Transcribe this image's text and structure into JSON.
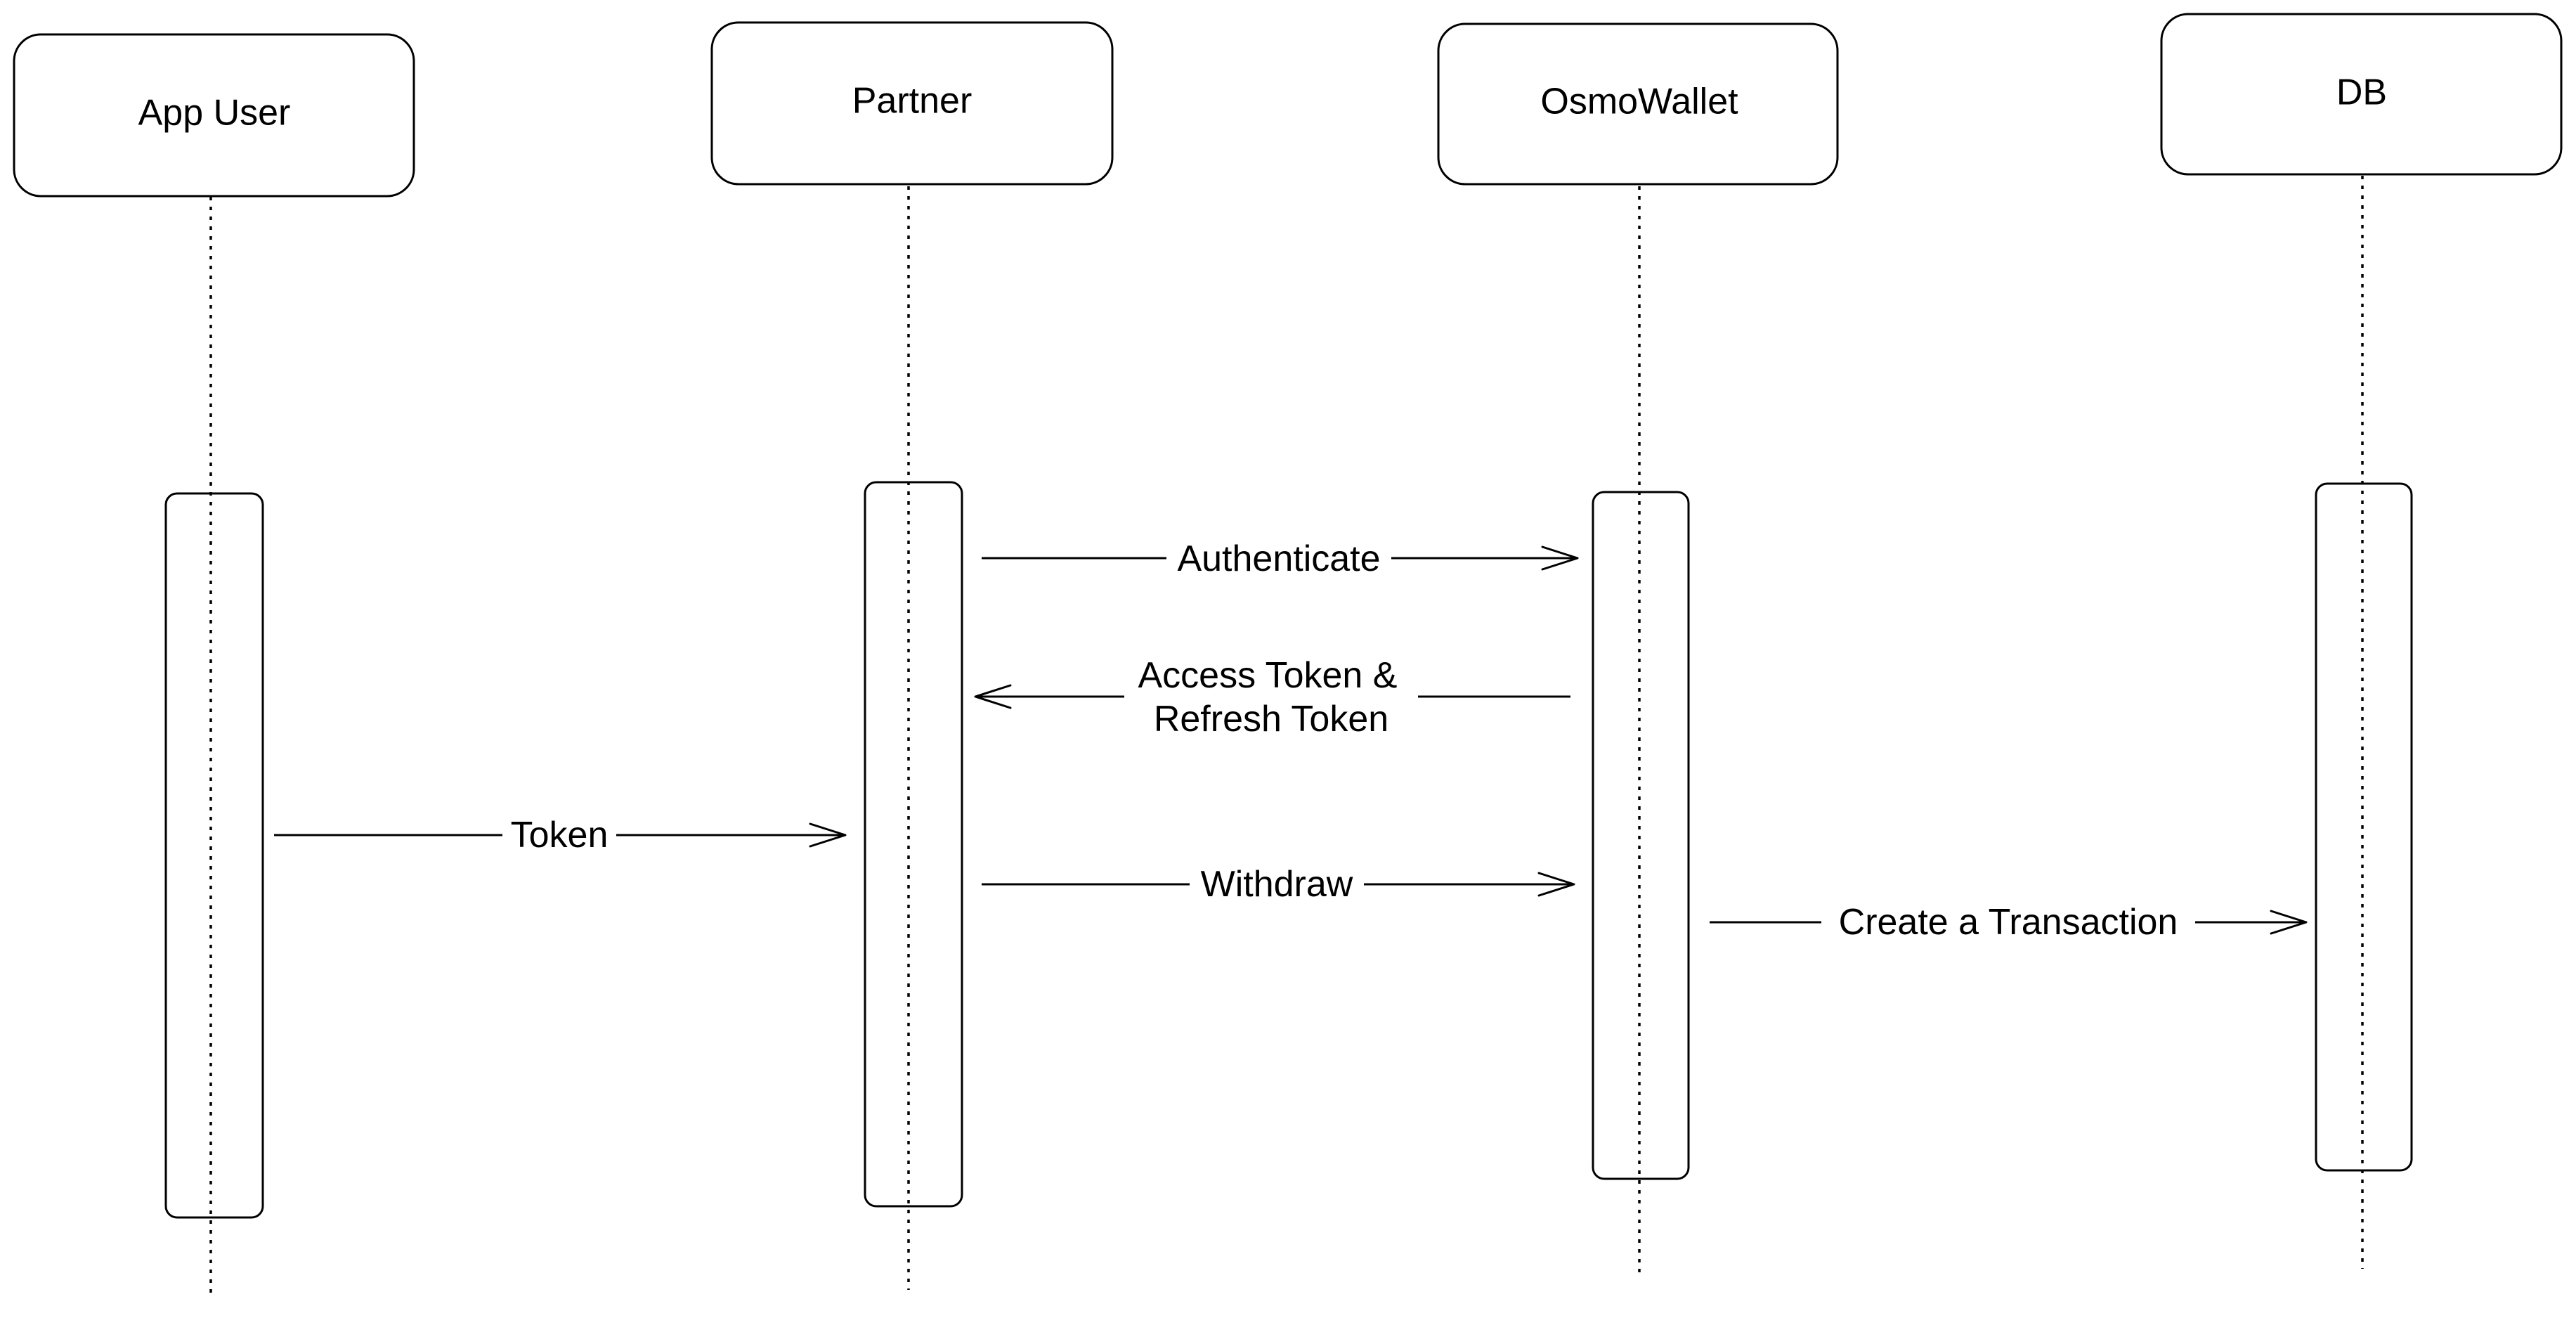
{
  "participants": [
    {
      "id": "app-user",
      "label": "App User"
    },
    {
      "id": "partner",
      "label": "Partner"
    },
    {
      "id": "osmowallet",
      "label": "OsmoWallet"
    },
    {
      "id": "db",
      "label": "DB"
    }
  ],
  "messages": [
    {
      "id": "authenticate",
      "from": "partner",
      "to": "osmowallet",
      "label_lines": [
        "Authenticate"
      ]
    },
    {
      "id": "access-token",
      "from": "osmowallet",
      "to": "partner",
      "label_lines": [
        "Access Token &",
        "Refresh Token"
      ]
    },
    {
      "id": "token",
      "from": "app-user",
      "to": "partner",
      "label_lines": [
        "Token"
      ]
    },
    {
      "id": "withdraw",
      "from": "partner",
      "to": "osmowallet",
      "label_lines": [
        "Withdraw"
      ]
    },
    {
      "id": "create-transaction",
      "from": "osmowallet",
      "to": "db",
      "label_lines": [
        "Create a Transaction"
      ]
    }
  ]
}
